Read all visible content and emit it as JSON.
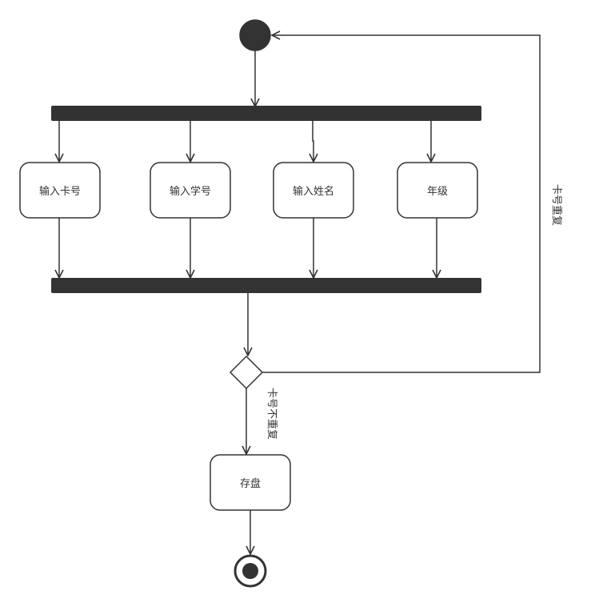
{
  "colors": {
    "stroke": "#333333",
    "fill": "#ffffff",
    "bar": "#333333",
    "text": "#333333"
  },
  "nodes": {
    "card": "输入卡号",
    "student_id": "输入学号",
    "name": "输入姓名",
    "grade": "年级",
    "save": "存盘"
  },
  "edges": {
    "card_duplicate": "卡号重复",
    "card_not_duplicate": "卡号不重复"
  }
}
